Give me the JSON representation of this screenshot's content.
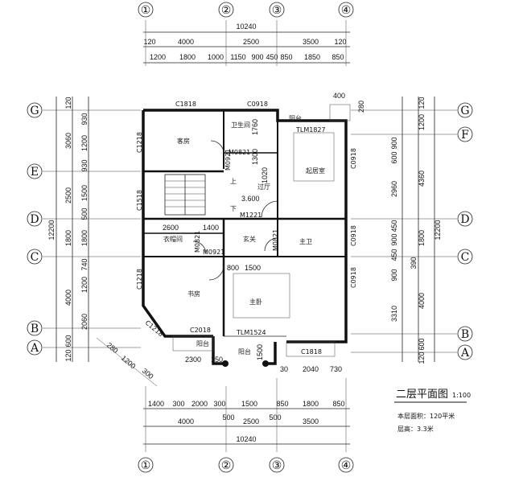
{
  "plan_title": "二层平面图",
  "plan_scale": "1:100",
  "notes": [
    "本层面积：120平米",
    "层高：3.3米"
  ],
  "axes_columns": [
    "①",
    "②",
    "③",
    "④"
  ],
  "axes_rows": [
    "G",
    "F",
    "E",
    "D",
    "C",
    "B",
    "A"
  ],
  "top_dims": {
    "overall": "10240",
    "row2": [
      "120",
      "4000",
      "2500",
      "3500",
      "120"
    ],
    "row3": [
      "1200",
      "1800",
      "1000",
      "1150",
      "900",
      "450",
      "850",
      "1850",
      "850"
    ]
  },
  "bottom_dims": {
    "row1": [
      "1400",
      "300",
      "2000",
      "300",
      "1500",
      "850",
      "1800",
      "850"
    ],
    "row2": [
      "4000",
      "2500",
      "3500"
    ],
    "overall": "10240",
    "sub": [
      "500",
      "500"
    ]
  },
  "left_dims": {
    "outer": [
      "120",
      "3060",
      "2500",
      "1800",
      "4000",
      "600",
      "120"
    ],
    "inner": [
      "930",
      "1200",
      "930",
      "1500",
      "500",
      "1800",
      "740",
      "1200",
      "2060"
    ],
    "overall": "12200"
  },
  "right_dims": {
    "outer": [
      "120",
      "1200",
      "4360",
      "1800",
      "390",
      "4000",
      "600",
      "120"
    ],
    "inner": [
      "900",
      "600",
      "2960",
      "450",
      "900",
      "450",
      "900",
      "3310"
    ],
    "overall": "12200"
  },
  "rooms": {
    "guest": "客房",
    "bath": "卫生间",
    "balcony_top": "阳台",
    "living": "起居室",
    "stair_up": "上",
    "stair_down": "下",
    "corridor": "过厅",
    "level": "3.600",
    "closet": "衣帽间",
    "hall": "玄关",
    "master_bath": "主卫",
    "study": "书房",
    "master": "主卧",
    "balcony_bl": "阳台",
    "balcony_bm": "阳台"
  },
  "doors_windows": {
    "c1818_top": "C1818",
    "c0918_top": "C0918",
    "tlm1827": "TLM1827",
    "m0821": "M0821",
    "m0921a": "M0921",
    "c1218_left": "C1218",
    "c0918_right": "C0918",
    "c1518": "C1518",
    "m1221": "M1221",
    "m0821b": "M0821",
    "m0821c": "M0821",
    "m0921b": "M0921",
    "c0918_right2": "C0918",
    "c0918_right3": "C0918",
    "c1218_left2": "C1218",
    "c1218_diag": "C1218",
    "c2018": "C2018",
    "tlm1524": "TLM1524",
    "c1818_bottom": "C1818"
  },
  "interior_dims": {
    "d1760": "1760",
    "d1300": "1300",
    "d1020": "1020",
    "d2600": "2600",
    "d1400": "1400",
    "d800": "800",
    "d1500": "1500",
    "d400": "400",
    "d280": "280",
    "d2300": "2300",
    "d150": "150",
    "d1500b": "1500",
    "d30": "30",
    "d2040": "2040",
    "d730": "730",
    "d280b": "280",
    "d1200b": "1200",
    "d300b": "300"
  }
}
